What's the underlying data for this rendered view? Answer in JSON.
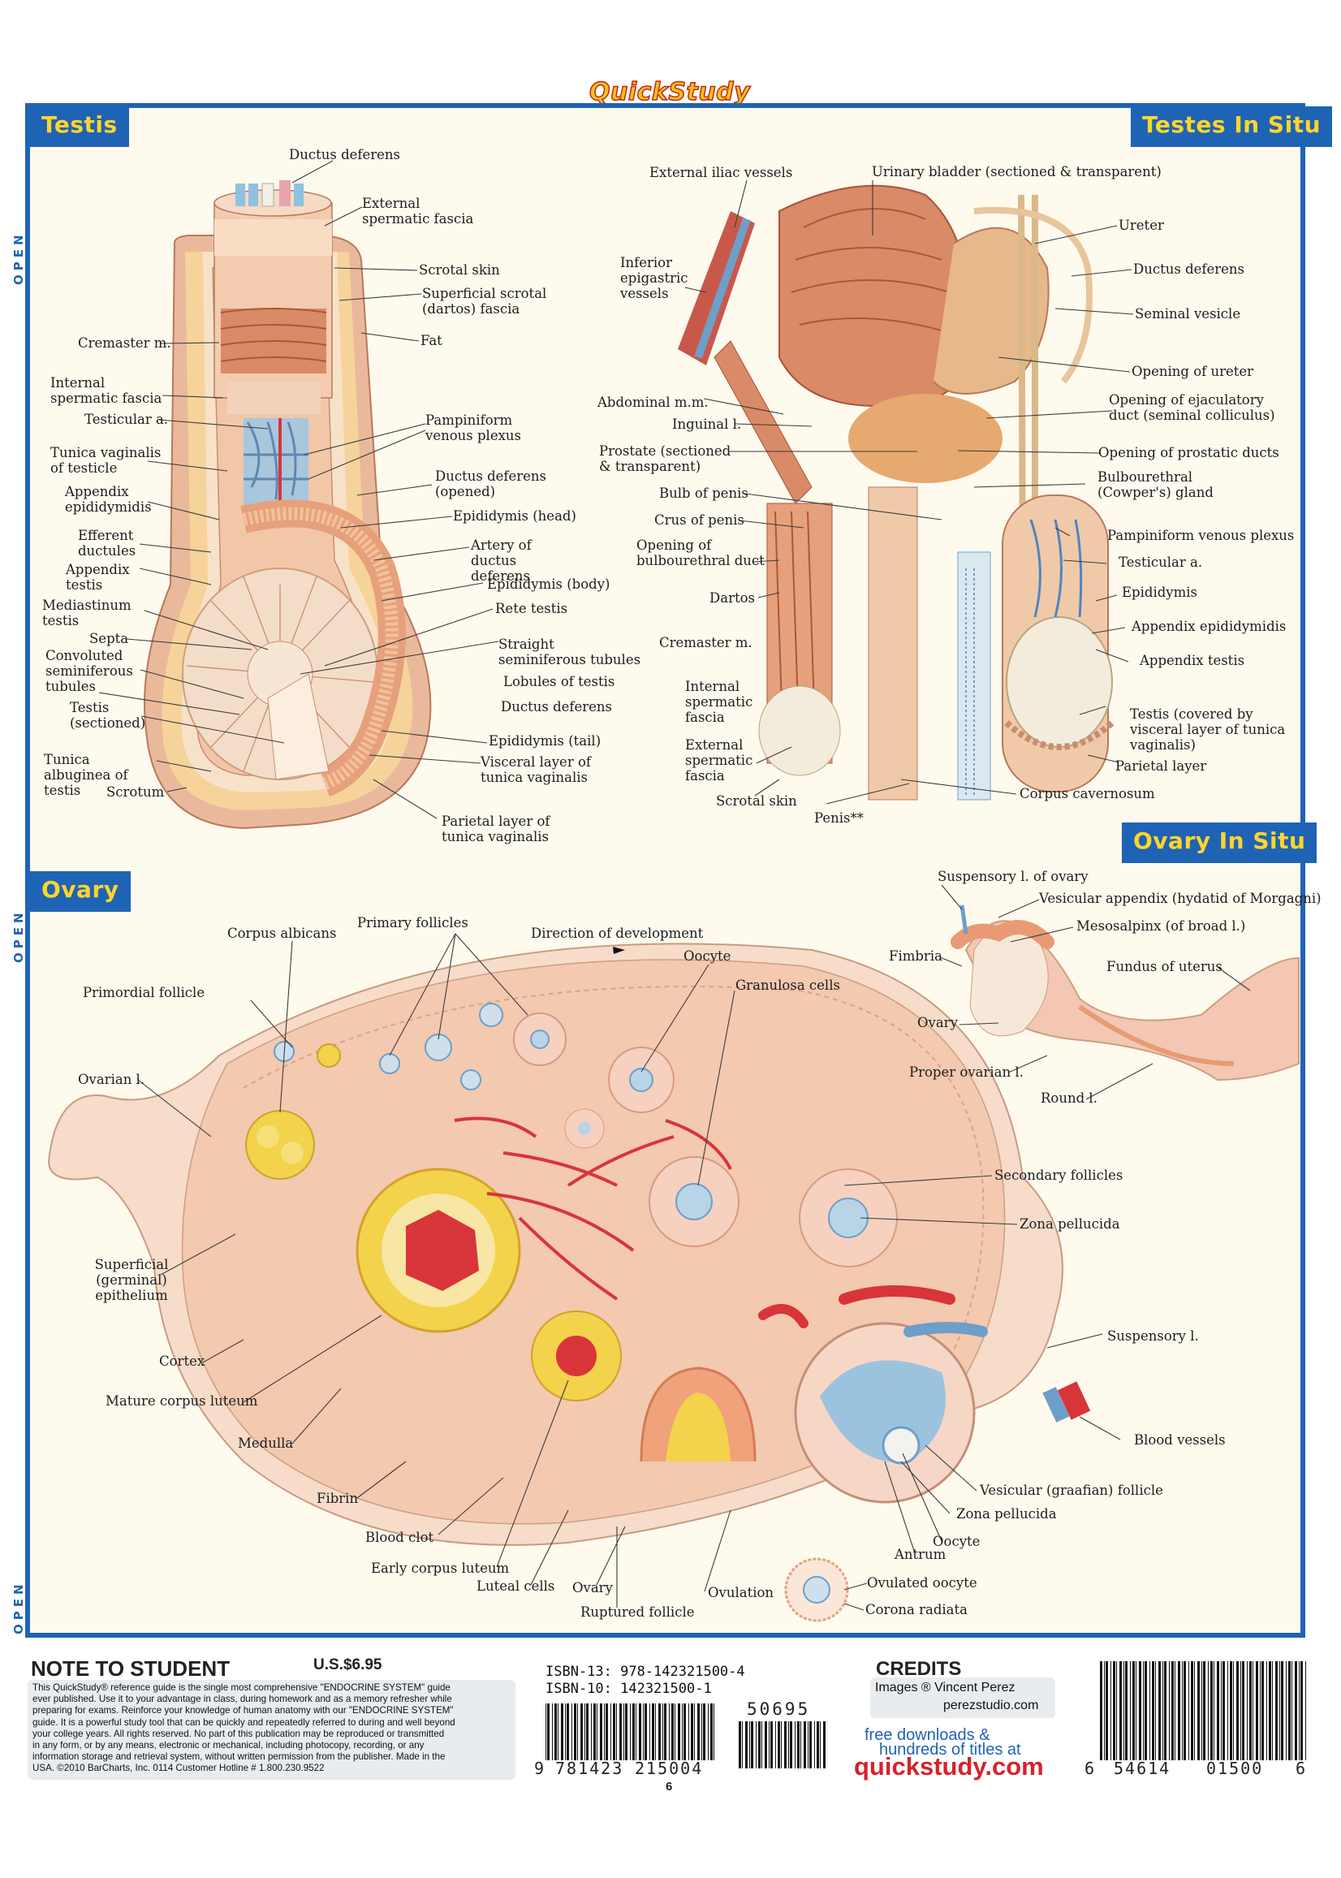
{
  "header": {
    "logo": "QuickStudy"
  },
  "side_tab": "OPEN",
  "sections": {
    "testis": "Testis",
    "testes_in_situ": "Testes In Situ",
    "ovary": "Ovary",
    "ovary_in_situ": "Ovary In Situ"
  },
  "testis_labels": [
    "Ductus deferens",
    "External spermatic fascia",
    "Scrotal skin",
    "Superficial scrotal (dartos) fascia",
    "Fat",
    "Cremaster m.",
    "Internal spermatic fascia",
    "Testicular a.",
    "Pampiniform venous plexus",
    "Tunica vaginalis of testicle",
    "Appendix epididymidis",
    "Ductus deferens (opened)",
    "Epididymis (head)",
    "Efferent ductules",
    "Artery of ductus deferens",
    "Appendix testis",
    "Epididymis (body)",
    "Mediastinum testis",
    "Rete testis",
    "Septa",
    "Straight seminiferous tubules",
    "Convoluted seminiferous tubules",
    "Lobules of testis",
    "Testis (sectioned)",
    "Ductus deferens",
    "Epididymis (tail)",
    "Tunica albuginea of testis",
    "Visceral layer of tunica vaginalis",
    "Scrotum",
    "Parietal layer of tunica vaginalis"
  ],
  "testes_labels": [
    "External iliac vessels",
    "Urinary bladder (sectioned & transparent)",
    "Ureter",
    "Inferior epigastric vessels",
    "Ductus deferens",
    "Seminal vesicle",
    "Opening of ureter",
    "Abdominal m.m.",
    "Opening of ejaculatory duct (seminal colliculus)",
    "Inguinal l.",
    "Prostate (sectioned & transparent)",
    "Opening of prostatic ducts",
    "Bulbourethral (Cowper's) gland",
    "Bulb of penis",
    "Crus of penis",
    "Pampiniform venous plexus",
    "Opening of bulbourethral duct",
    "Testicular a.",
    "Epididymis",
    "Dartos",
    "Appendix epididymidis",
    "Cremaster m.",
    "Appendix testis",
    "Internal spermatic fascia",
    "Testis (covered by visceral layer of tunica vaginalis)",
    "External spermatic fascia",
    "Parietal layer",
    "Scrotal skin",
    "Corpus cavernosum",
    "Penis**"
  ],
  "ovary_labels": [
    "Corpus albicans",
    "Primary follicles",
    "Direction of development",
    "Oocyte",
    "Primordial follicle",
    "Granulosa cells",
    "Ovarian l.",
    "Secondary follicles",
    "Zona pellucida",
    "Superficial (germinal) epithelium",
    "Suspensory l.",
    "Cortex",
    "Mature corpus luteum",
    "Blood vessels",
    "Medulla",
    "Vesicular (graafian) follicle",
    "Fibrin",
    "Zona pellucida",
    "Oocyte",
    "Blood clot",
    "Antrum",
    "Early corpus luteum",
    "Ovulated oocyte",
    "Luteal cells",
    "Ovary",
    "Ovulation",
    "Corona radiata",
    "Ruptured follicle"
  ],
  "ovary_situ_labels": [
    "Suspensory l. of ovary",
    "Vesicular appendix (hydatid of Morgagni)",
    "Mesosalpinx (of broad l.)",
    "Fimbria",
    "Fundus of uterus",
    "Ovary",
    "Proper ovarian l.",
    "Round l."
  ],
  "footer": {
    "note_title": "NOTE TO STUDENT",
    "price": "U.S.$6.95",
    "note_lines": [
      "This QuickStudy® reference guide is the single most comprehensive \"ENDOCRINE SYSTEM\" guide",
      "ever published. Use it to your advantage in class, during homework and as a memory refresher while",
      "preparing for exams. Reinforce your knowledge of human anatomy with our \"ENDOCRINE SYSTEM\"",
      "guide. It is a powerful study tool that can be quickly and repeatedly referred to during and well beyond",
      "your college years. All rights reserved. No part of this publication may be reproduced or transmitted",
      "in any form, or by any means, electronic or mechanical, including photocopy, recording, or any",
      "information storage and retrieval system, without written permission from the publisher. Made in the",
      "USA. ©2010 BarCharts, Inc. 0114 Customer Hotline # 1.800.230.9522"
    ],
    "isbn13": "ISBN-13: 978-142321500-4",
    "isbn10": "ISBN-10: 142321500-1",
    "barcode1_digits": "9 781423 215004",
    "barcode1_left": "9",
    "barcode1_mid": "781423",
    "barcode1_right": "215004",
    "addon": "50695",
    "credits_title": "CREDITS",
    "credits_images": "Images ® Vincent Perez",
    "credits_site": "perezstudio.com",
    "free_line1": "free downloads &",
    "free_line2": "hundreds of titles at",
    "url": "quickstudy.com",
    "upc_left": "6",
    "upc_mid": "54614",
    "upc_mid2": "01500",
    "upc_right": "6",
    "page": "6"
  },
  "colors": {
    "frame": "#1f63b5",
    "tab_text": "#ffd52b",
    "panel": "#fefaee",
    "tissue": "#f2c7a7",
    "muscle": "#d98a66",
    "vessel_red": "#d8353a",
    "vessel_blue": "#6d9fc9",
    "luteum": "#f3d24c",
    "url_red": "#d4232c"
  }
}
